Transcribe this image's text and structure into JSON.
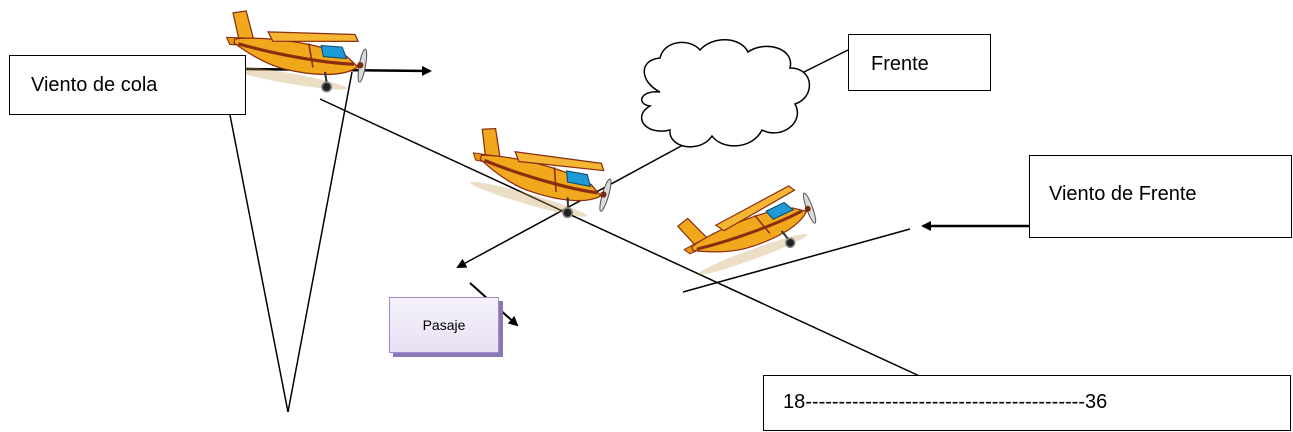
{
  "labels": {
    "tailwind": "Viento de cola",
    "front": "Frente",
    "headwind": "Viento de Frente",
    "passage": "Pasaje",
    "runway": "18------------------------------------------36"
  },
  "icons": {
    "aircraft": "airplane-icon",
    "cloud": "cloud-icon"
  },
  "colors": {
    "line": "#000000",
    "aircraft_body": "#f2a81c",
    "aircraft_stripe": "#8b2e0f",
    "passage_box_border": "#a28ccc",
    "passage_box_shadow": "#8a78b6"
  }
}
